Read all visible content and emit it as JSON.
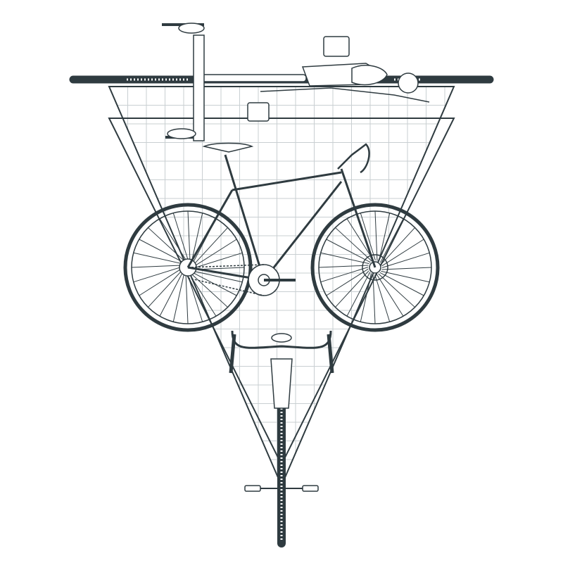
{
  "illustration": {
    "subject": "bicycle",
    "views": [
      "top",
      "side",
      "front"
    ],
    "colors": {
      "background": "#ffffff",
      "line": "#2f3b40",
      "grid": "#c9cfd2",
      "frame_fill": "#ffffff"
    }
  }
}
